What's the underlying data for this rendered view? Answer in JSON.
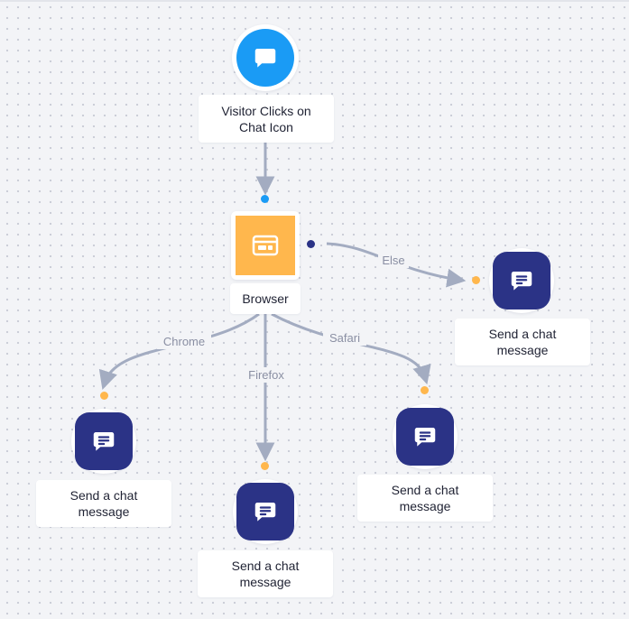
{
  "colors": {
    "trigger": "#1a9bf5",
    "condition": "#ffb74d",
    "message": "#2b3386",
    "edge": "#a3acc1",
    "edge_label": "#8a8fa3"
  },
  "trigger": {
    "icon": "chat-bubble-icon",
    "label": "Visitor Clicks on Chat Icon"
  },
  "condition": {
    "icon": "browser-window-icon",
    "label": "Browser"
  },
  "edges": {
    "else": "Else",
    "chrome": "Chrome",
    "firefox": "Firefox",
    "safari": "Safari"
  },
  "actions": [
    {
      "key": "else",
      "icon": "chat-message-icon",
      "label": "Send a chat message"
    },
    {
      "key": "chrome",
      "icon": "chat-message-icon",
      "label": "Send a chat message"
    },
    {
      "key": "firefox",
      "icon": "chat-message-icon",
      "label": "Send a chat message"
    },
    {
      "key": "safari",
      "icon": "chat-message-icon",
      "label": "Send a chat message"
    }
  ]
}
